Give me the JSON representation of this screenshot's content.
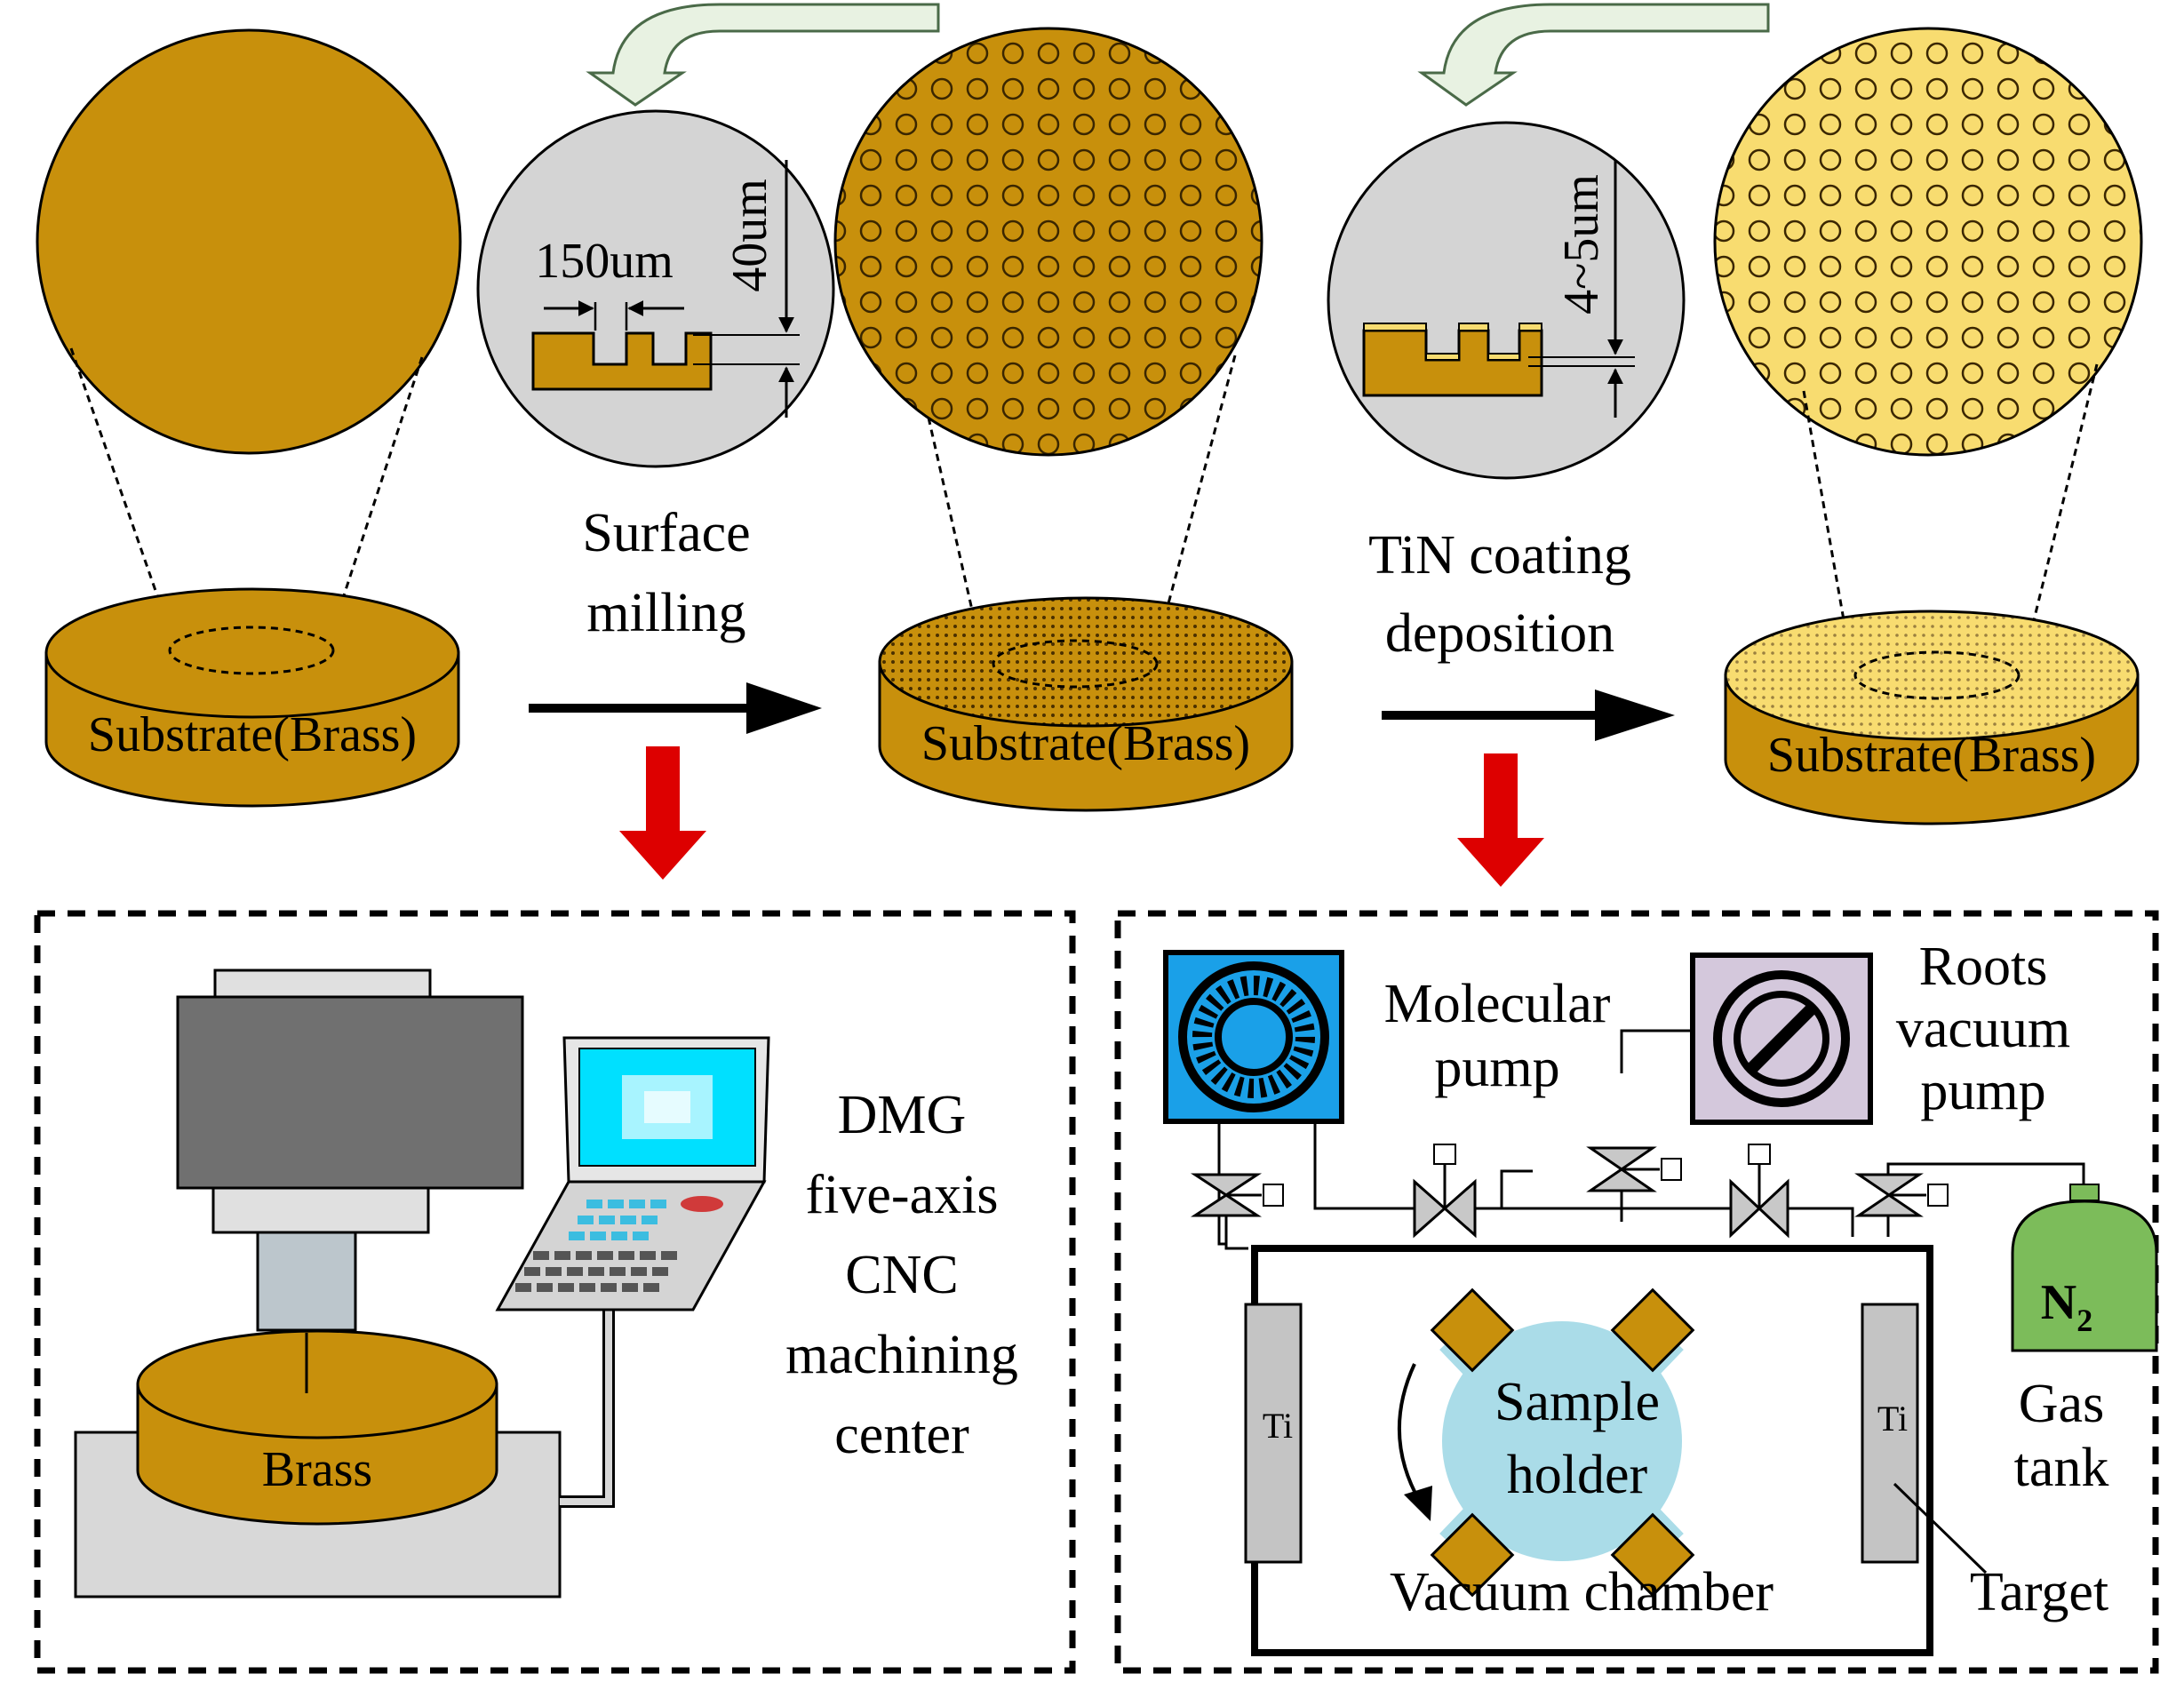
{
  "colors": {
    "brass": "#c8900c",
    "brass_dark": "#7a5500",
    "coating": "#f8dc70",
    "lens_grey": "#d4d4d4",
    "arrow_red": "#dd0000",
    "arrow_green_fill": "#e8f2e2",
    "arrow_green_stroke": "#4a6a48",
    "chamber_blue": "#aadce8",
    "mol_pump_blue": "#1aa0e8",
    "roots_purple": "#d4c8dc",
    "gas_green": "#7cbc5a",
    "screen_cyan": "#00e0ff",
    "spindle_dark": "#707070",
    "spindle_light": "#bcc6cc"
  },
  "top": {
    "substrate_label_1": "Substrate(Brass)",
    "substrate_label_2": "Substrate(Brass)",
    "substrate_label_3": "Substrate(Brass)",
    "step1_line1": "Surface",
    "step1_line2": "milling",
    "step2_line1": "TiN coating",
    "step2_line2": "deposition",
    "dim_width": "150um",
    "dim_depth": "40um",
    "dim_coating": "4~5um"
  },
  "cnc": {
    "brass_label": "Brass",
    "machine_line1": "DMG",
    "machine_line2": "five-axis",
    "machine_line3": "CNC",
    "machine_line4": "machining",
    "machine_line5": "center"
  },
  "pvd": {
    "molecular_line1": "Molecular",
    "molecular_line2": "pump",
    "roots_line1": "Roots",
    "roots_line2": "vacuum",
    "roots_line3": "pump",
    "gas_line1": "Gas",
    "gas_line2": "tank",
    "n2_main": "N",
    "n2_sub": "2",
    "ti_left": "Ti",
    "ti_right": "Ti",
    "sample_line1": "Sample",
    "sample_line2": "holder",
    "chamber_label": "Vacuum chamber",
    "target_label": "Target"
  }
}
